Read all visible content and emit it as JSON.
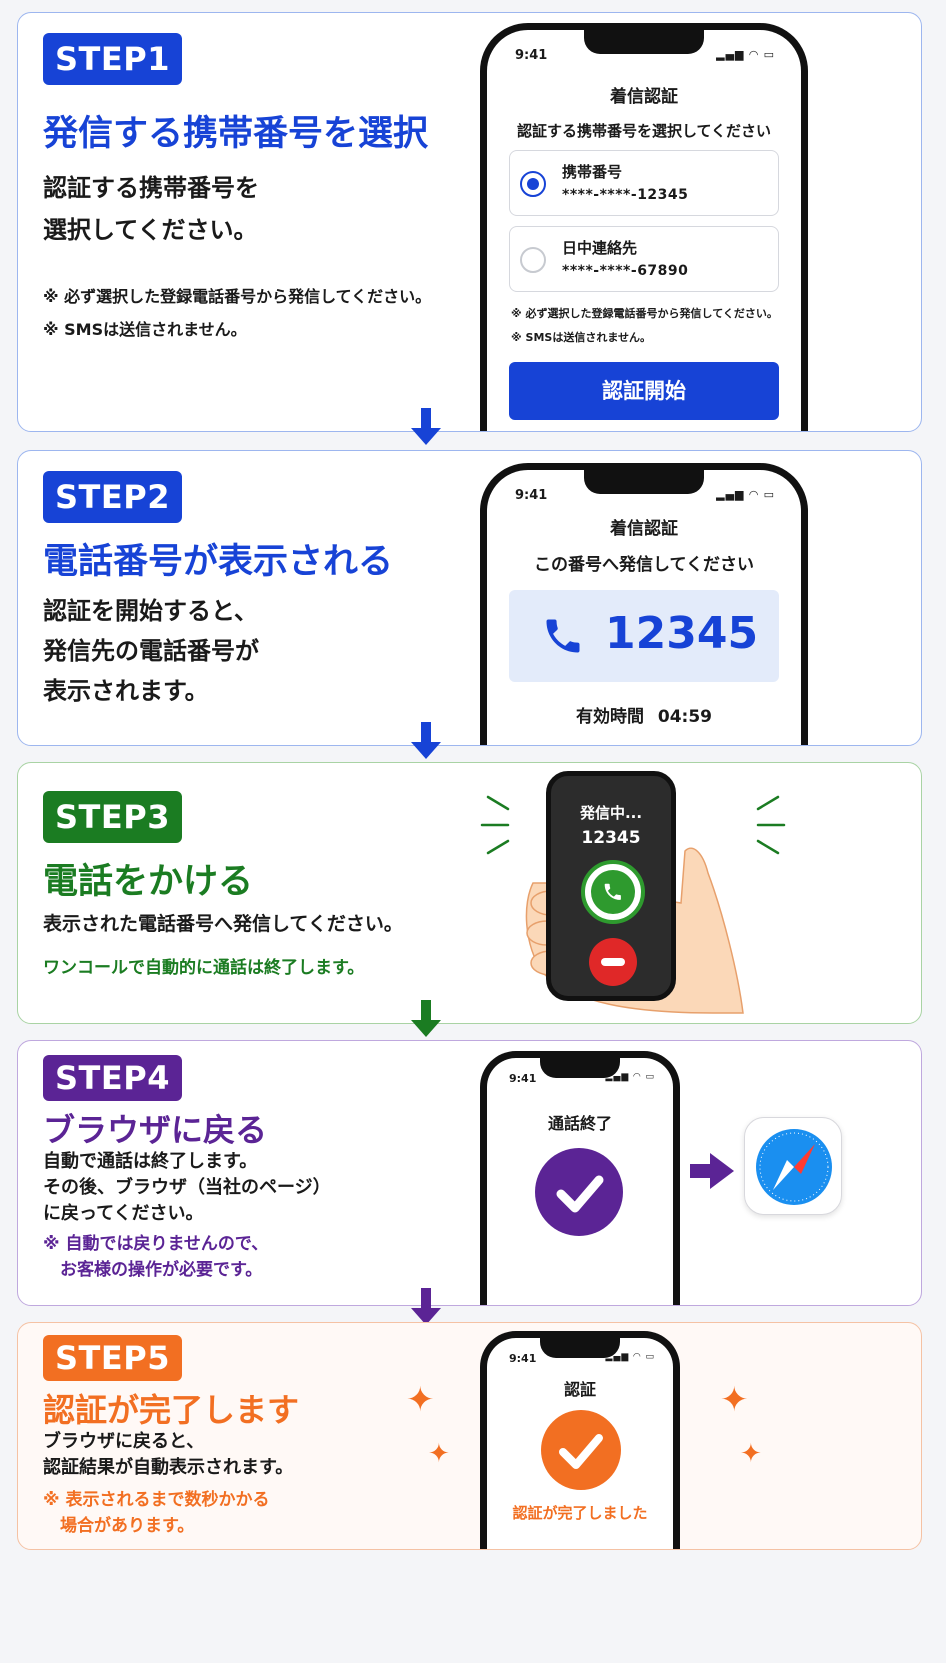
{
  "colors": {
    "blue": "#1743d6",
    "green": "#1b7c22",
    "purple": "#5b2495",
    "orange": "#f26f22",
    "red": "#e02828"
  },
  "step1": {
    "badge": "STEP1",
    "title": "発信する携帯番号を選択",
    "desc": [
      "認証する携帯番号を",
      "選択してください。"
    ],
    "notes": [
      "※ 必ず選択した登録電話番号から発信してください。",
      "※ SMSは送信されません。"
    ],
    "phone": {
      "time": "9:41",
      "status_icons": "signal-icon wifi-icon battery-icon",
      "screen_title": "着信認証",
      "instruction": "認証する携帯番号を選択してください",
      "options": [
        {
          "label": "携帯番号",
          "number": "****-****-12345",
          "selected": true
        },
        {
          "label": "日中連絡先",
          "number": "****-****-67890",
          "selected": false
        }
      ],
      "notes": [
        "※ 必ず選択した登録電話番号から発信してください。",
        "※ SMSは送信されません。"
      ],
      "button": "認証開始"
    }
  },
  "step2": {
    "badge": "STEP2",
    "title": "電話番号が表示される",
    "desc": [
      "認証を開始すると、",
      "発信先の電話番号が",
      "表示されます。"
    ],
    "phone": {
      "time": "9:41",
      "screen_title": "着信認証",
      "instruction": "この番号へ発信してください",
      "number": "12345",
      "number_icon": "phone-icon",
      "validity_label": "有効時間",
      "validity_time": "04:59"
    }
  },
  "step3": {
    "badge": "STEP3",
    "title": "電話をかける",
    "desc": "表示された電話番号へ発信してください。",
    "note": "ワンコールで自動的に通話は終了します。",
    "phone": {
      "status": "発信中...",
      "number": "12345",
      "icons": [
        "call-icon",
        "hang-up-icon"
      ]
    }
  },
  "step4": {
    "badge": "STEP4",
    "title": "ブラウザに戻る",
    "desc": [
      "自動で通話は終了します。",
      "その後、ブラウザ（当社のページ）",
      "に戻ってください。"
    ],
    "notes": [
      "※ 自動では戻りませんので、",
      "　お客様の操作が必要です。"
    ],
    "phone": {
      "time": "9:41",
      "screen_title": "通話終了",
      "icon": "checkmark-icon"
    },
    "app_icon": "safari-compass-icon"
  },
  "step5": {
    "badge": "STEP5",
    "title": "認証が完了します",
    "desc": [
      "ブラウザに戻ると、",
      "認証結果が自動表示されます。"
    ],
    "notes": [
      "※ 表示されるまで数秒かかる",
      "　場合があります。"
    ],
    "phone": {
      "time": "9:41",
      "screen_title": "認証",
      "icon": "checkmark-icon",
      "result": "認証が完了しました"
    }
  }
}
